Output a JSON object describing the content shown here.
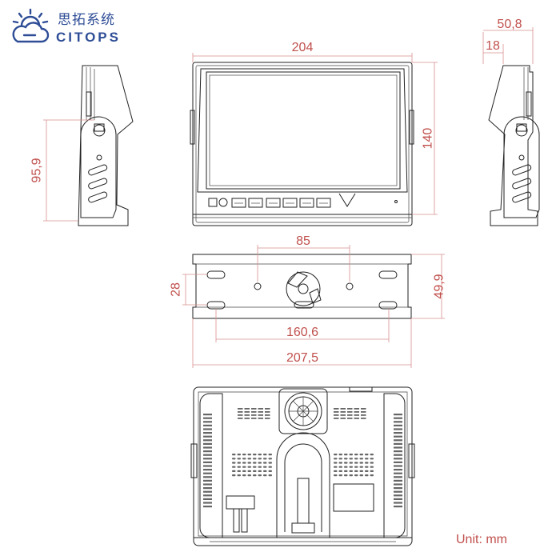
{
  "logo": {
    "brand_cn": "思拓系统",
    "brand_en": "CITOPS",
    "icon": "cloud-sun-icon",
    "color": "#2e4d96"
  },
  "dimensions": {
    "front_width": "204",
    "front_height": "140",
    "side_depth": "50,8",
    "side_offset": "18",
    "bracket_height_left": "95,9",
    "bracket_hole_spacing": "85",
    "bracket_slot_spacing": "28",
    "bracket_height": "49,9",
    "bracket_slot_width": "160,6",
    "bracket_width": "207,5"
  },
  "unit_label": "Unit: mm",
  "colors": {
    "dimension_text": "#c0504d",
    "dimension_line": "#d98f8f",
    "drawing_line": "#222222"
  }
}
